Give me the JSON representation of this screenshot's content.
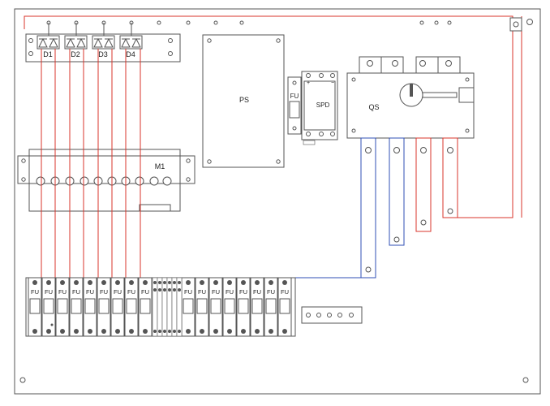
{
  "diodes": [
    "D1",
    "D2",
    "D3",
    "D4"
  ],
  "labels": {
    "ps": "PS",
    "fu": "FU",
    "spd": "SPD",
    "qs": "QS",
    "m1": "M1",
    "spd_plus": "+",
    "spd_minus": "−"
  },
  "fuse_label": "FU",
  "colors": {
    "outline": "#444444",
    "positive_wire": "#d9342b",
    "negative_wire": "#2f4fb5",
    "background": "#ffffff"
  }
}
